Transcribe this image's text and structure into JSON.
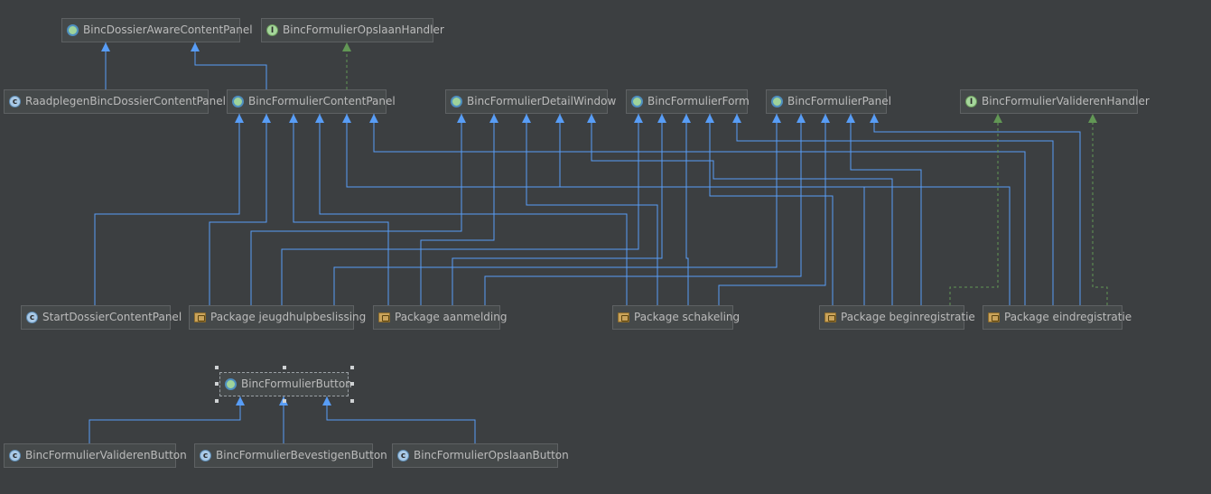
{
  "diagram": {
    "background": "#3c3f41",
    "edge_color": "#589df6",
    "realize_color": "#629755",
    "nodes": [
      {
        "id": "dossier_aware",
        "label": "BincDossierAwareContentPanel",
        "kind": "abstract"
      },
      {
        "id": "opslaan_handler",
        "label": "BincFormulierOpslaanHandler",
        "kind": "interface"
      },
      {
        "id": "raadplegen",
        "label": "RaadplegenBincDossierContentPanel",
        "kind": "class"
      },
      {
        "id": "formulier_content_panel",
        "label": "BincFormulierContentPanel",
        "kind": "abstract"
      },
      {
        "id": "detail_window",
        "label": "BincFormulierDetailWindow",
        "kind": "abstract"
      },
      {
        "id": "formulier_form",
        "label": "BincFormulierForm",
        "kind": "abstract"
      },
      {
        "id": "formulier_panel",
        "label": "BincFormulierPanel",
        "kind": "abstract"
      },
      {
        "id": "valideren_handler",
        "label": "BincFormulierValiderenHandler",
        "kind": "interface"
      },
      {
        "id": "start_dossier",
        "label": "StartDossierContentPanel",
        "kind": "class"
      },
      {
        "id": "pkg_jeugdhulp",
        "label": "Package jeugdhulpbeslissing",
        "kind": "package"
      },
      {
        "id": "pkg_aanmelding",
        "label": "Package aanmelding",
        "kind": "package"
      },
      {
        "id": "pkg_schakeling",
        "label": "Package schakeling",
        "kind": "package"
      },
      {
        "id": "pkg_beginreg",
        "label": "Package beginregistratie",
        "kind": "package"
      },
      {
        "id": "pkg_eindreg",
        "label": "Package eindregistratie",
        "kind": "package"
      },
      {
        "id": "formulier_button",
        "label": "BincFormulierButton",
        "kind": "abstract"
      },
      {
        "id": "valideren_button",
        "label": "BincFormulierValiderenButton",
        "kind": "class"
      },
      {
        "id": "bevestigen_button",
        "label": "BincFormulierBevestigenButton",
        "kind": "class"
      },
      {
        "id": "opslaan_button",
        "label": "BincFormulierOpslaanButton",
        "kind": "class"
      }
    ],
    "edges": [
      {
        "from": "raadplegen",
        "to": "dossier_aware",
        "type": "extends"
      },
      {
        "from": "formulier_content_panel",
        "to": "dossier_aware",
        "type": "extends"
      },
      {
        "from": "formulier_content_panel",
        "to": "opslaan_handler",
        "type": "implements"
      },
      {
        "from": "start_dossier",
        "to": "formulier_content_panel",
        "type": "extends"
      },
      {
        "from": "pkg_jeugdhulp",
        "to": "formulier_content_panel",
        "type": "extends"
      },
      {
        "from": "pkg_aanmelding",
        "to": "formulier_content_panel",
        "type": "extends"
      },
      {
        "from": "pkg_schakeling",
        "to": "formulier_content_panel",
        "type": "extends"
      },
      {
        "from": "pkg_beginreg",
        "to": "formulier_content_panel",
        "type": "extends"
      },
      {
        "from": "pkg_eindreg",
        "to": "formulier_content_panel",
        "type": "extends"
      },
      {
        "from": "pkg_jeugdhulp",
        "to": "detail_window",
        "type": "extends"
      },
      {
        "from": "pkg_aanmelding",
        "to": "detail_window",
        "type": "extends"
      },
      {
        "from": "pkg_schakeling",
        "to": "detail_window",
        "type": "extends"
      },
      {
        "from": "pkg_beginreg",
        "to": "detail_window",
        "type": "extends"
      },
      {
        "from": "pkg_eindreg",
        "to": "detail_window",
        "type": "extends"
      },
      {
        "from": "pkg_jeugdhulp",
        "to": "formulier_form",
        "type": "extends"
      },
      {
        "from": "pkg_aanmelding",
        "to": "formulier_form",
        "type": "extends"
      },
      {
        "from": "pkg_schakeling",
        "to": "formulier_form",
        "type": "extends"
      },
      {
        "from": "pkg_beginreg",
        "to": "formulier_form",
        "type": "extends"
      },
      {
        "from": "pkg_jeugdhulp",
        "to": "formulier_panel",
        "type": "extends"
      },
      {
        "from": "pkg_aanmelding",
        "to": "formulier_panel",
        "type": "extends"
      },
      {
        "from": "pkg_schakeling",
        "to": "formulier_panel",
        "type": "extends"
      },
      {
        "from": "pkg_beginreg",
        "to": "formulier_panel",
        "type": "extends"
      },
      {
        "from": "pkg_eindreg",
        "to": "formulier_panel",
        "type": "extends"
      },
      {
        "from": "pkg_beginreg",
        "to": "valideren_handler",
        "type": "implements"
      },
      {
        "from": "pkg_eindreg",
        "to": "valideren_handler",
        "type": "implements"
      },
      {
        "from": "valideren_button",
        "to": "formulier_button",
        "type": "extends"
      },
      {
        "from": "bevestigen_button",
        "to": "formulier_button",
        "type": "extends"
      },
      {
        "from": "opslaan_button",
        "to": "formulier_button",
        "type": "extends"
      }
    ]
  }
}
